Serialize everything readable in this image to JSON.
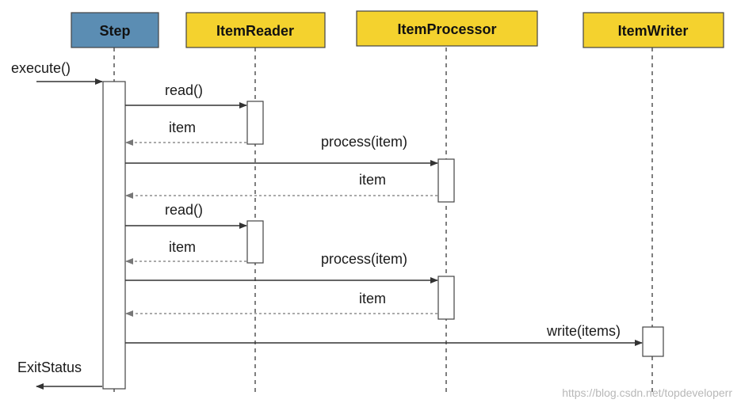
{
  "diagram": {
    "participants": [
      {
        "id": "step",
        "label": "Step",
        "fill": "#5b8db3"
      },
      {
        "id": "reader",
        "label": "ItemReader",
        "fill": "#f4d22e"
      },
      {
        "id": "processor",
        "label": "ItemProcessor",
        "fill": "#f4d22e"
      },
      {
        "id": "writer",
        "label": "ItemWriter",
        "fill": "#f4d22e"
      }
    ],
    "messages": [
      {
        "id": "execute",
        "label": "execute()",
        "kind": "call"
      },
      {
        "id": "read-1",
        "label": "read()",
        "kind": "call"
      },
      {
        "id": "item-return-1",
        "label": "item",
        "kind": "return"
      },
      {
        "id": "process-1",
        "label": "process(item)",
        "kind": "call"
      },
      {
        "id": "item-return-2",
        "label": "item",
        "kind": "return"
      },
      {
        "id": "read-2",
        "label": "read()",
        "kind": "call"
      },
      {
        "id": "item-return-3",
        "label": "item",
        "kind": "return"
      },
      {
        "id": "process-2",
        "label": "process(item)",
        "kind": "call"
      },
      {
        "id": "item-return-4",
        "label": "item",
        "kind": "return"
      },
      {
        "id": "write",
        "label": "write(items)",
        "kind": "call"
      },
      {
        "id": "exit-status",
        "label": "ExitStatus",
        "kind": "return"
      }
    ],
    "watermark": "https://blog.csdn.net/topdeveloperr"
  },
  "colors": {
    "line": "#333333",
    "lifeline": "#555555",
    "border": "#444444"
  }
}
